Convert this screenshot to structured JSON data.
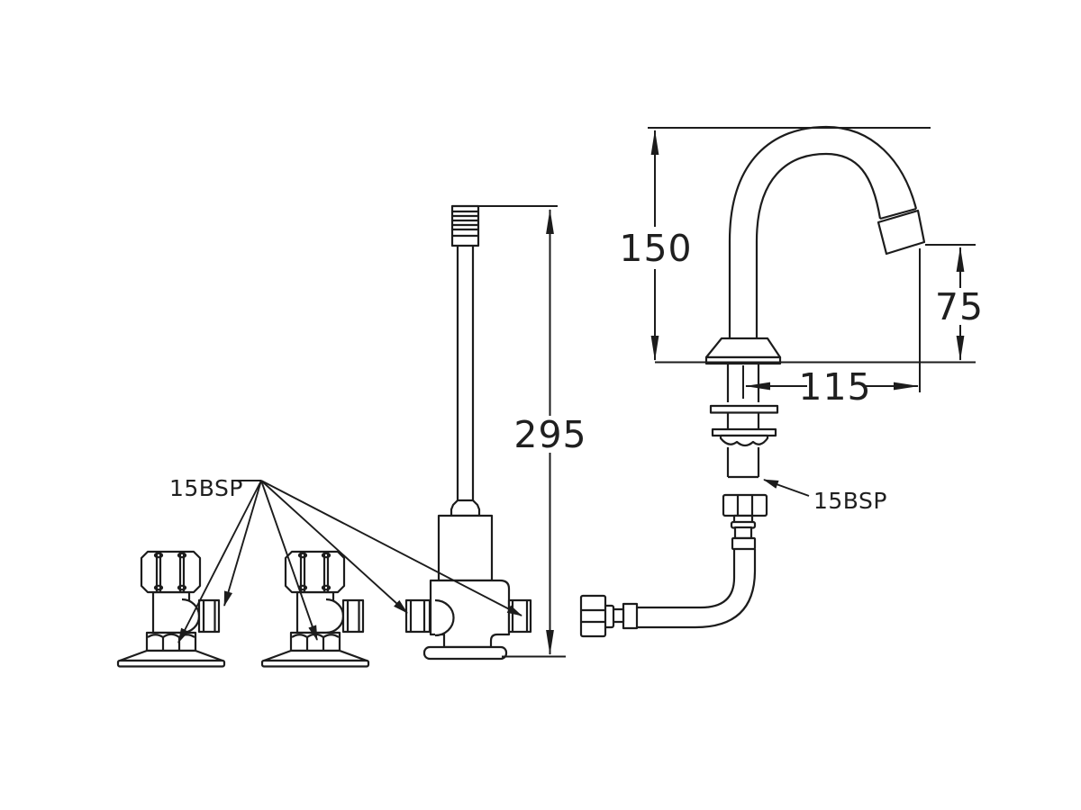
{
  "drawing": {
    "type": "tapware-technical-line-drawing",
    "dimensions": {
      "spout_arc_height": "150",
      "spout_outlet_drop": "75",
      "spout_reach": "115",
      "riser_column_height": "295"
    },
    "thread_labels": {
      "left": "15BSP",
      "right": "15BSP"
    },
    "colors": {
      "line": "#1c1c1c",
      "background": "#ffffff"
    }
  }
}
